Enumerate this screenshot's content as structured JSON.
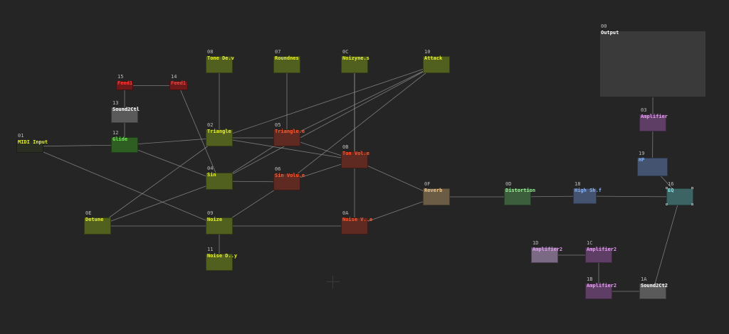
{
  "nodes": [
    {
      "id": "00",
      "label": "Output",
      "bg": "#3a3a3a",
      "fg": "#ffffff"
    },
    {
      "id": "01",
      "label": "MIDI Input",
      "bg": "#2a2e22",
      "fg": "#e6f02a"
    },
    {
      "id": "02",
      "label": "Triangle",
      "bg": "#515f1f",
      "fg": "#e6f02a"
    },
    {
      "id": "03",
      "label": "Amplifier",
      "bg": "#5e3e64",
      "fg": "#e39af0"
    },
    {
      "id": "04",
      "label": "Sin",
      "bg": "#515f1f",
      "fg": "#e6f02a"
    },
    {
      "id": "05",
      "label": "Triangle.e",
      "bg": "#5e2a22",
      "fg": "#ff5a2e"
    },
    {
      "id": "06",
      "label": "Sin Volu.e",
      "bg": "#5e2a22",
      "fg": "#ff5a2e"
    },
    {
      "id": "07",
      "label": "Roundnes",
      "bg": "#515f1f",
      "fg": "#e6f02a"
    },
    {
      "id": "08",
      "label": "Tone De.v",
      "bg": "#515f1f",
      "fg": "#e6f02a"
    },
    {
      "id": "09",
      "label": "Noize",
      "bg": "#515f1f",
      "fg": "#e6f02a"
    },
    {
      "id": "0A",
      "label": "Noise V..e",
      "bg": "#5e2a22",
      "fg": "#ff5a2e"
    },
    {
      "id": "0B",
      "label": "Ton Vol.e",
      "bg": "#5e2a22",
      "fg": "#ff5a2e"
    },
    {
      "id": "0C",
      "label": "Noizyne.s",
      "bg": "#515f1f",
      "fg": "#e6f02a"
    },
    {
      "id": "0D",
      "label": "Distortion",
      "bg": "#3c5e3c",
      "fg": "#9af09a"
    },
    {
      "id": "0E",
      "label": "Detune",
      "bg": "#515f1f",
      "fg": "#e6f02a"
    },
    {
      "id": "0F",
      "label": "Reverb",
      "bg": "#6b5c45",
      "fg": "#f0c888"
    },
    {
      "id": "10",
      "label": "Attack",
      "bg": "#515f1f",
      "fg": "#e6f02a"
    },
    {
      "id": "11",
      "label": "Noise D..y",
      "bg": "#515f1f",
      "fg": "#e6f02a"
    },
    {
      "id": "12",
      "label": "Glide",
      "bg": "#2e5e22",
      "fg": "#6cf04a"
    },
    {
      "id": "13",
      "label": "Sound2Ctl",
      "bg": "#5a5a5a",
      "fg": "#ffffff"
    },
    {
      "id": "14",
      "label": "Feed1",
      "bg": "#6e1a1a",
      "fg": "#ff3a3a"
    },
    {
      "id": "15",
      "label": "Feed1",
      "bg": "#6e1a1a",
      "fg": "#ff3a3a"
    },
    {
      "id": "16",
      "label": "EQ",
      "bg": "#3c6464",
      "fg": "#7af0f0"
    },
    {
      "id": "18",
      "label": "High Sh.f",
      "bg": "#445470",
      "fg": "#8ab0f0"
    },
    {
      "id": "19",
      "label": "HP",
      "bg": "#445470",
      "fg": "#8ab0f0"
    },
    {
      "id": "1A",
      "label": "Sound2Ct2",
      "bg": "#5a5a5a",
      "fg": "#ffffff"
    },
    {
      "id": "1B",
      "label": "Amplifier2",
      "bg": "#5e3e64",
      "fg": "#e39af0"
    },
    {
      "id": "1C",
      "label": "Amplifier2",
      "bg": "#5e3e64",
      "fg": "#e39af0"
    },
    {
      "id": "1D",
      "label": "Amplifier2",
      "bg": "#7a6a84",
      "fg": "#e39af0"
    }
  ],
  "wires": [
    [
      "01",
      "12"
    ],
    [
      "01",
      "09"
    ],
    [
      "12",
      "13"
    ],
    [
      "13",
      "15"
    ],
    [
      "15",
      "14"
    ],
    [
      "14",
      "04"
    ],
    [
      "12",
      "02"
    ],
    [
      "12",
      "04"
    ],
    [
      "08",
      "02"
    ],
    [
      "07",
      "05"
    ],
    [
      "0C",
      "0B"
    ],
    [
      "02",
      "05"
    ],
    [
      "02",
      "0B"
    ],
    [
      "02",
      "10"
    ],
    [
      "04",
      "06"
    ],
    [
      "04",
      "05"
    ],
    [
      "04",
      "10"
    ],
    [
      "05",
      "0B"
    ],
    [
      "06",
      "0B"
    ],
    [
      "06",
      "10"
    ],
    [
      "05",
      "10"
    ],
    [
      "0E",
      "09"
    ],
    [
      "0E",
      "02"
    ],
    [
      "0E",
      "04"
    ],
    [
      "09",
      "06"
    ],
    [
      "09",
      "0A"
    ],
    [
      "09",
      "11"
    ],
    [
      "0B",
      "0F"
    ],
    [
      "0A",
      "0F"
    ],
    [
      "0C",
      "0A"
    ],
    [
      "0F",
      "0D"
    ],
    [
      "0D",
      "18"
    ],
    [
      "18",
      "16"
    ],
    [
      "16",
      "19"
    ],
    [
      "19",
      "03"
    ],
    [
      "03",
      "00"
    ],
    [
      "1A",
      "16"
    ],
    [
      "1D",
      "1C"
    ],
    [
      "1C",
      "1B"
    ],
    [
      "1B",
      "1A"
    ]
  ],
  "colors": {
    "wire": "#9a9a9a",
    "background": "#252525",
    "id_text": "#bdbdbd"
  }
}
